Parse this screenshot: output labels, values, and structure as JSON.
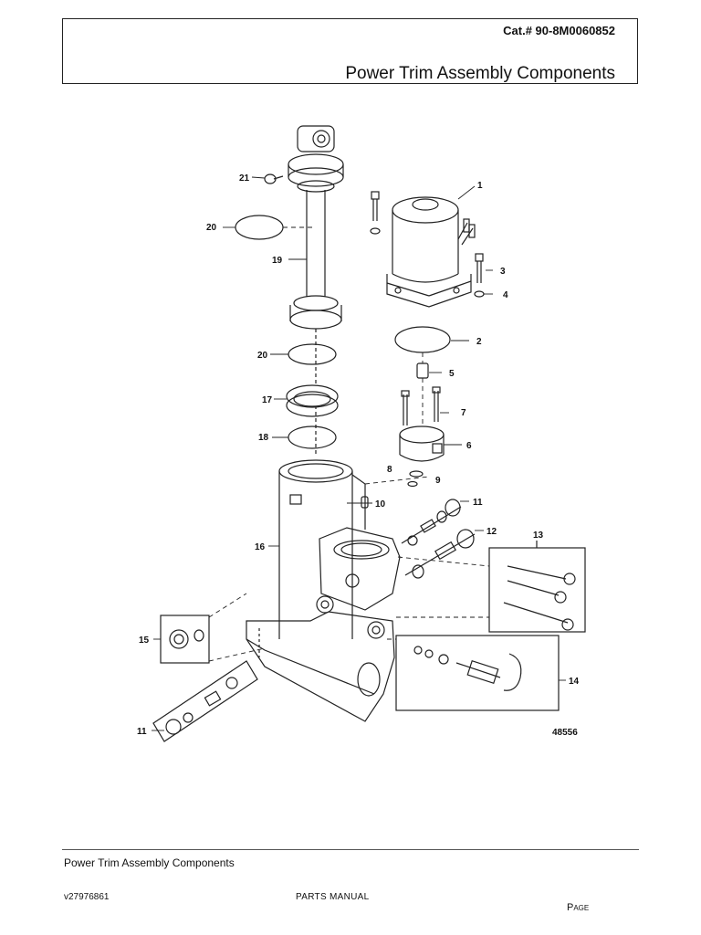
{
  "header": {
    "catalog_number": "Cat.# 90-8M0060852",
    "title": "Power Trim Assembly Components"
  },
  "diagram": {
    "figure_number": "48556",
    "callouts": [
      "1",
      "2",
      "3",
      "4",
      "5",
      "6",
      "7",
      "8",
      "9",
      "10",
      "11",
      "12",
      "13",
      "14",
      "15",
      "16",
      "17",
      "18",
      "19",
      "20",
      "20",
      "21",
      "11"
    ]
  },
  "footer": {
    "section_title": "Power Trim Assembly Components",
    "doc_code": "v27976861",
    "manual_label": "PARTS MANUAL",
    "page_label": "Page"
  }
}
